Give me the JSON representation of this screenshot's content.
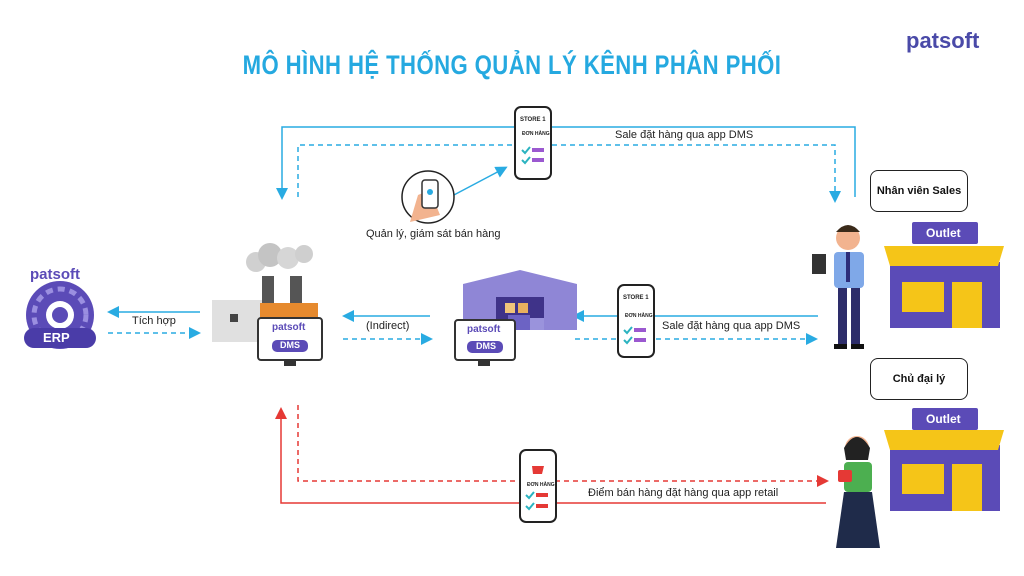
{
  "title": "MÔ HÌNH HỆ THỐNG QUẢN LÝ KÊNH PHÂN PHỐI",
  "brand": "patsoft",
  "erp": {
    "logo": "patsoft",
    "label": "ERP"
  },
  "dms_label": "DMS",
  "dms_logo": "patsoft",
  "phone": {
    "store": "STORE 1",
    "order": "ĐƠN HÀNG"
  },
  "edges": {
    "integration": "Tích hợp",
    "indirect": "(Indirect)",
    "sales_dms_top": "Sale đặt hàng qua app DMS",
    "sales_dms_mid": "Sale đặt hàng qua app DMS",
    "retail": "Điểm bán hàng đặt hàng qua app retail",
    "monitor": "Quản lý, giám sát bán hàng"
  },
  "bubbles": {
    "sales": "Nhân viên Sales",
    "agent": "Chủ đại lý"
  },
  "outlet_sign": "Outlet",
  "colors": {
    "blue": "#29abe2",
    "red": "#e53935",
    "purple": "#5b4bb7",
    "yellow": "#f5c518",
    "title": "#25a9e0"
  }
}
